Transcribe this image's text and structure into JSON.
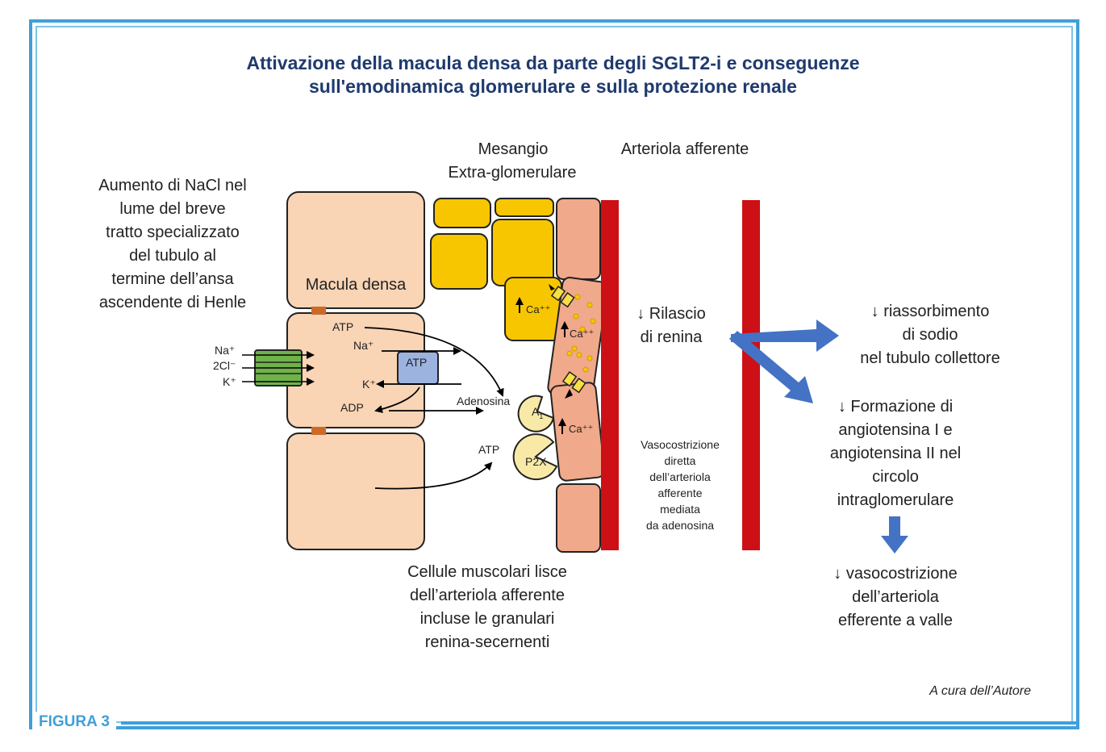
{
  "title_line1": "Attivazione della macula densa da parte degli SGLT2-i e conseguenze",
  "title_line2": "sull'emodinamica glomerulare e sulla protezione renale",
  "labels": {
    "mesangio": "Mesangio",
    "extra": "Extra-glomerulare",
    "arteriola_afferente": "Arteriola afferente",
    "nacl_1": "Aumento di NaCl nel",
    "nacl_2": "lume del breve",
    "nacl_3": "tratto specializzato",
    "nacl_4": "del tubulo al",
    "nacl_5": "termine dell’ansa",
    "nacl_6": "ascendente di Henle",
    "macula_densa": "Macula densa",
    "rilascio_1": "↓ Rilascio",
    "rilascio_2": "di renina",
    "riass_1": "↓ riassorbimento",
    "riass_2": "di sodio",
    "riass_3": "nel tubulo collettore",
    "form_1": "↓ Formazione di",
    "form_2": "angiotensina I e",
    "form_3": "angiotensina II nel",
    "form_4": "circolo",
    "form_5": "intraglomerulare",
    "vaso_1": "↓ vasocostrizione",
    "vaso_2": "dell’arteriola",
    "vaso_3": "efferente a valle",
    "diretta_1": "Vasocostrizione",
    "diretta_2": "diretta",
    "diretta_3": "dell’arteriola",
    "diretta_4": "afferente",
    "diretta_5": "mediata",
    "diretta_6": "da adenosina",
    "cellule_1": "Cellule muscolari lisce",
    "cellule_2": "dell’arteriola afferente",
    "cellule_3": "incluse le granulari",
    "cellule_4": "renina-secernenti"
  },
  "molecules": {
    "na": "Na⁺",
    "cl": "2Cl⁻",
    "k": "K⁺",
    "atp": "ATP",
    "adp": "ADP",
    "adenosina": "Adenosina",
    "a1": "A",
    "a1_sub": "1",
    "p2x": "P2X",
    "ca": "Ca⁺⁺"
  },
  "credit": "A cura dell’Autore",
  "figure_label": "FIGURA 3",
  "colors": {
    "title": "#1f3a6e",
    "frame": "#3f9fd8",
    "cell": "#f9d4b5",
    "mesangial": "#f7c600",
    "smooth_muscle": "#f0a98a",
    "artery": "#cc1016",
    "transporter": "#6fb24a",
    "pump": "#9cb3e0",
    "flow_arrow": "#4472c4"
  }
}
